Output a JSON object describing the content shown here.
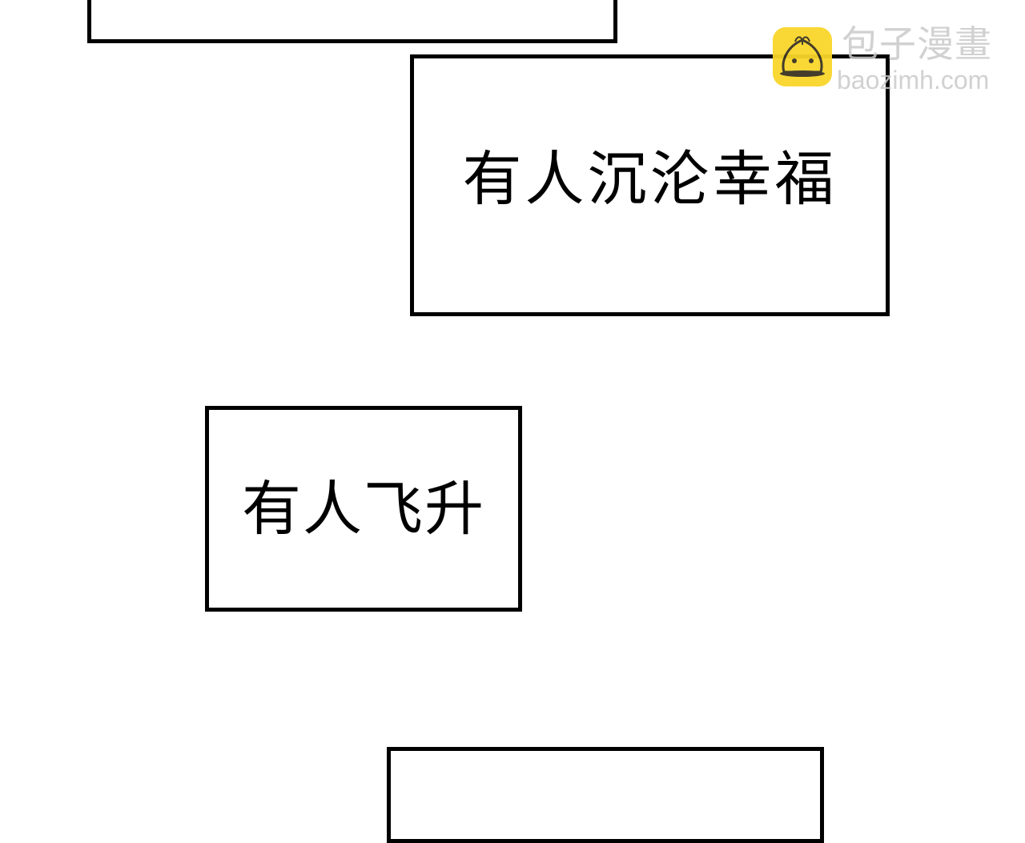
{
  "page": {
    "background": "#ffffff",
    "border_color": "#000000",
    "text_color": "#000000"
  },
  "panels": [
    {
      "id": "panel-top",
      "text": ""
    },
    {
      "id": "panel-a",
      "text": "有人沉沦幸福"
    },
    {
      "id": "panel-b",
      "text": "有人飞升"
    },
    {
      "id": "panel-bottom",
      "text": ""
    }
  ],
  "watermark": {
    "icon": "steamed-bun-icon",
    "icon_color": "#f9d62b",
    "title": "包子漫畫",
    "url": "baozimh.com",
    "text_color": "#c9c9c9"
  }
}
